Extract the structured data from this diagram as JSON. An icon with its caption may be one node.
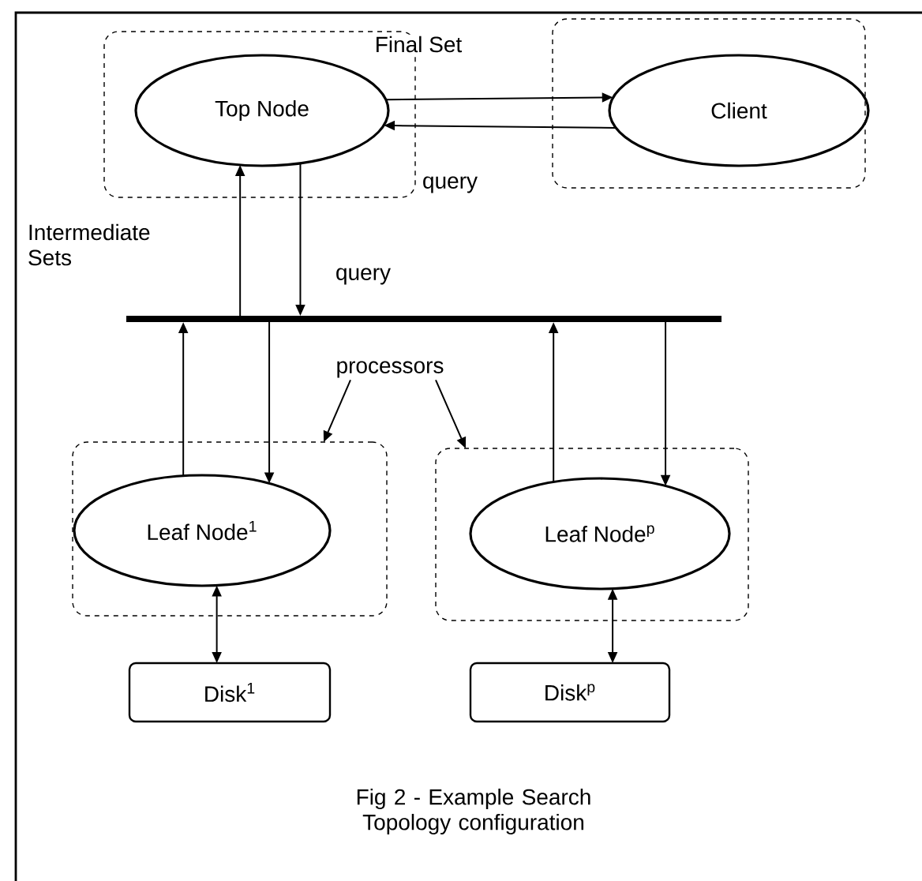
{
  "diagram": {
    "caption": "Fig 2 - Example Search Topology configuration",
    "nodes": [
      {
        "text": [],
        "shape": "box"
      },
      {
        "text": [
          "Top Node"
        ],
        "in": 0
      },
      {
        "text": [],
        "shape": "box"
      },
      {
        "text": [
          "Client"
        ],
        "in": 2
      },
      {
        "text": [],
        "shape": "bar"
      },
      {
        "text": [],
        "shape": "box"
      },
      {
        "text": [
          "Leaf Node$^{1}$"
        ],
        "in": 5
      },
      {
        "text": [],
        "shape": "box"
      },
      {
        "text": [
          "Leaf Node$^{p}$"
        ],
        "in": 7
      },
      {
        "text": [
          "Disk$^{1}$"
        ]
      },
      {
        "text": [
          "Disk$^{p}$"
        ]
      },
      {
        "text": [
          "processors"
        ]
      }
    ],
    "edges": [
      {
        "from": 1,
        "to": 3,
        "arrow": "to",
        "label": "Final Set"
      },
      {
        "from": 3,
        "to": 1,
        "arrow": "to",
        "label": "query"
      },
      {
        "from": 4,
        "to": 1,
        "arrow": "to",
        "label": "Intermediate Sets"
      },
      {
        "from": 1,
        "to": 4,
        "arrow": "to",
        "label": "query"
      },
      {
        "from": 6,
        "to": 4,
        "arrow": "to"
      },
      {
        "from": 4,
        "to": 6,
        "arrow": "to"
      },
      {
        "from": 8,
        "to": 4,
        "arrow": "to"
      },
      {
        "from": 4,
        "to": 8,
        "arrow": "to"
      },
      {
        "from": 9,
        "to": 6,
        "arrow": "both"
      },
      {
        "from": 10,
        "to": 8,
        "arrow": "both"
      },
      {
        "from": 11,
        "to": 5,
        "arrow": "to"
      },
      {
        "from": 11,
        "to": 7,
        "arrow": "to"
      }
    ]
  }
}
